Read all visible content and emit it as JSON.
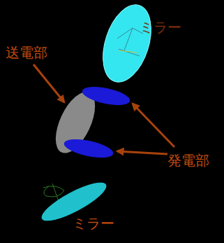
{
  "diagram": {
    "labels": [
      "ミラー",
      "送電部",
      "発電部",
      "ミラー"
    ]
  }
}
